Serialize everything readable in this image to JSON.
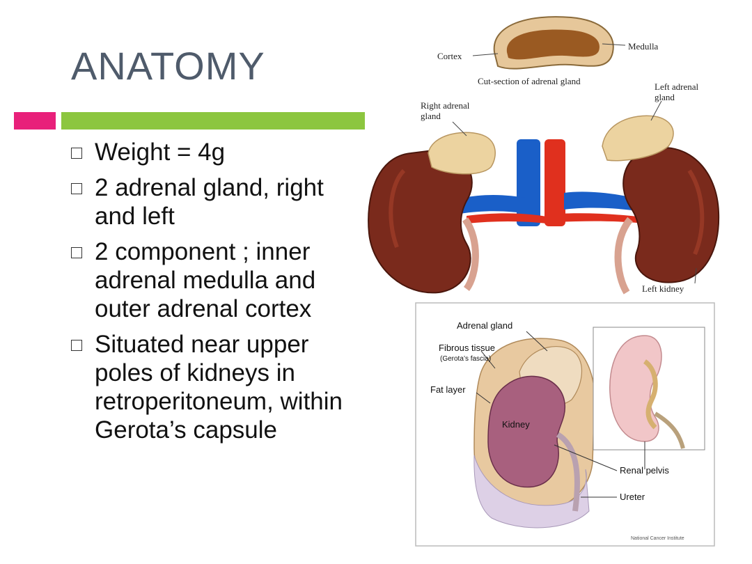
{
  "slide": {
    "title": "ANATOMY",
    "bullets": [
      {
        "text": "Weight = 4g"
      },
      {
        "text": "2 adrenal gland, right and left"
      },
      {
        "text": "2 component ; inner adrenal medulla and outer adrenal cortex"
      },
      {
        "text": "Situated near upper poles of kidneys in retroperitoneum, within Gerota’s capsule"
      }
    ]
  },
  "top_figure": {
    "labels": {
      "cortex": "Cortex",
      "medulla": "Medulla",
      "cut_section": "Cut-section of adrenal gland",
      "right_adrenal_1": "Right adrenal",
      "right_adrenal_2": "gland",
      "left_adrenal_1": "Left adrenal",
      "left_adrenal_2": "gland",
      "left_kidney": "Left kidney"
    },
    "colors": {
      "kidney": "#7a2a1c",
      "adrenal": "#ecd3a0",
      "vein": "#1a5fc8",
      "artery": "#e0301e"
    }
  },
  "bottom_figure": {
    "labels": {
      "adrenal_gland": "Adrenal gland",
      "fibrous_tissue": "Fibrous tissue",
      "gerotas_fascia": "(Gerota’s fascia)",
      "fat_layer": "Fat layer",
      "kidney": "Kidney",
      "renal_pelvis": "Renal pelvis",
      "ureter": "Ureter",
      "credit": "National Cancer Institute"
    }
  }
}
